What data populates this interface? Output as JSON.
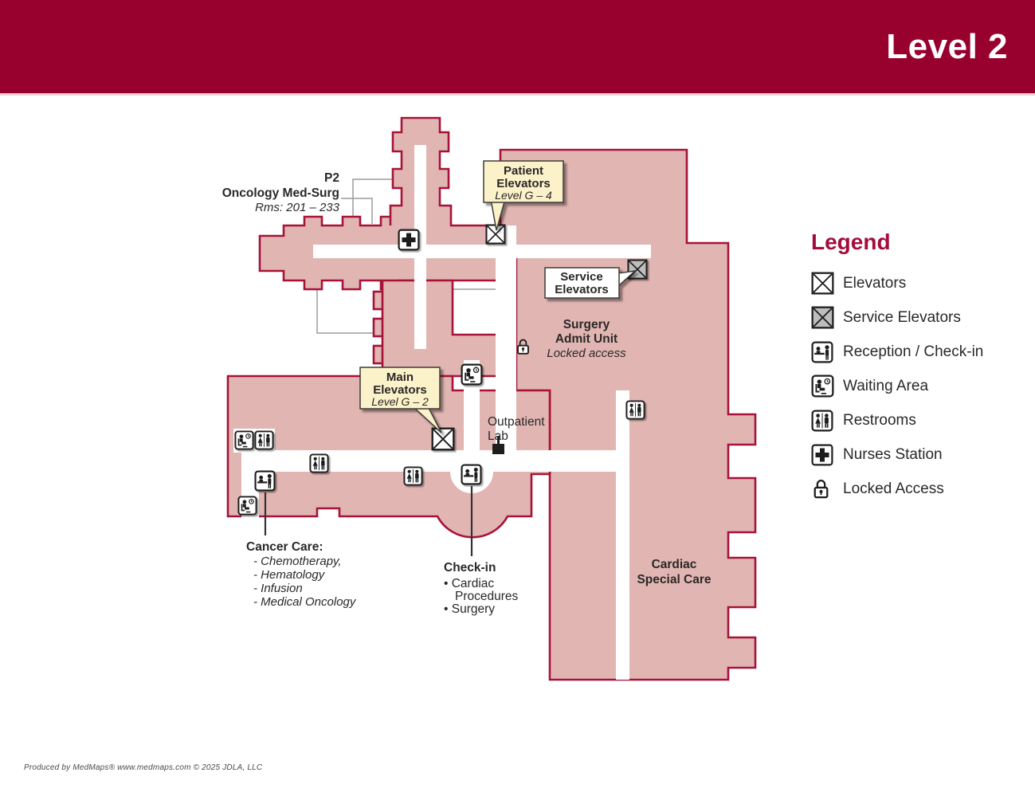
{
  "banner": {
    "title": "Level 2"
  },
  "legend": {
    "title": "Legend",
    "items": [
      {
        "icon": "elevator-icon",
        "label": "Elevators"
      },
      {
        "icon": "service-elevator-icon",
        "label": "Service Elevators"
      },
      {
        "icon": "reception-icon",
        "label": "Reception / Check-in"
      },
      {
        "icon": "waiting-area-icon",
        "label": "Waiting Area"
      },
      {
        "icon": "restrooms-icon",
        "label": "Restrooms"
      },
      {
        "icon": "nurses-station-icon",
        "label": "Nurses Station"
      },
      {
        "icon": "locked-access-icon",
        "label": "Locked Access"
      }
    ]
  },
  "map": {
    "labels": {
      "p2": {
        "l1": "P2",
        "l2": "Oncology Med-Surg",
        "l3": "Rms: 201 – 233"
      },
      "surgery": {
        "l1": "Surgery",
        "l2": "Admit Unit",
        "l3": "Locked access"
      },
      "outpatient": {
        "l1": "Outpatient",
        "l2": "Lab"
      },
      "cardiac": {
        "l1": "Cardiac",
        "l2": "Special Care"
      },
      "cancer": {
        "title": "Cancer Care:",
        "items": [
          "- Chemotherapy,",
          "- Hematology",
          "- Infusion",
          "- Medical Oncology"
        ]
      },
      "checkin": {
        "title": "Check-in",
        "items": [
          "• Cardiac",
          "Procedures",
          "• Surgery"
        ]
      }
    },
    "callouts": {
      "patient": {
        "l1": "Patient",
        "l2": "Elevators",
        "l3": "Level G – 4"
      },
      "main": {
        "l1": "Main",
        "l2": "Elevators",
        "l3": "Level G – 2"
      },
      "service": {
        "l1": "Service",
        "l2": "Elevators"
      }
    }
  },
  "footer": {
    "credit": "Produced by MedMaps®  www.medmaps.com   © 2025 JDLA, LLC"
  },
  "colors": {
    "banner_red": "#98012E",
    "legend_title_red": "#A30D3B",
    "building_fill_pink": "#E1B6B2",
    "building_outline": "#A71239",
    "callout_cream": "#FBF2CA",
    "callout_white": "#FFFFFF",
    "guide_gray": "#9C9C9C"
  }
}
